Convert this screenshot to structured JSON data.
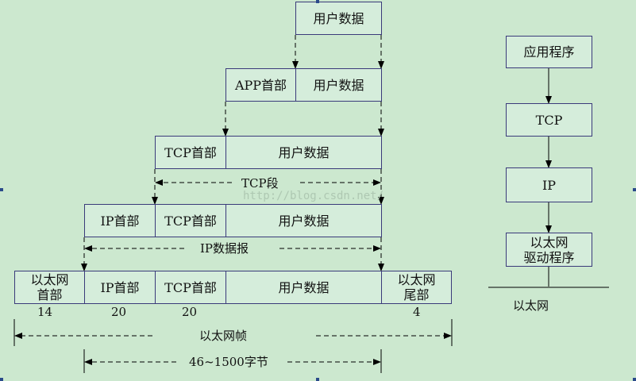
{
  "encapsulation": {
    "row1": {
      "data": "用户数据"
    },
    "row2": {
      "header": "APP首部",
      "data": "用户数据"
    },
    "row3": {
      "header": "TCP首部",
      "data": "用户数据"
    },
    "row3_span": "TCP段",
    "row4": {
      "ip_header": "IP首部",
      "tcp_header": "TCP首部",
      "data": "用户数据"
    },
    "row4_span": "IP数据报",
    "row5": {
      "eth_header_line1": "以太网",
      "eth_header_line2": "首部",
      "ip_header": "IP首部",
      "tcp_header": "TCP首部",
      "data": "用户数据",
      "eth_trailer_line1": "以太网",
      "eth_trailer_line2": "尾部"
    },
    "sizes": {
      "eth_header": "14",
      "ip_header": "20",
      "tcp_header": "20",
      "eth_trailer": "4"
    },
    "frame_span": "以太网帧",
    "payload_span": "46~1500字节"
  },
  "stack": {
    "app": "应用程序",
    "tcp": "TCP",
    "ip": "IP",
    "driver_line1": "以太网",
    "driver_line2": "驱动程序",
    "network": "以太网"
  },
  "watermark": "http://blog.csdn.net/"
}
